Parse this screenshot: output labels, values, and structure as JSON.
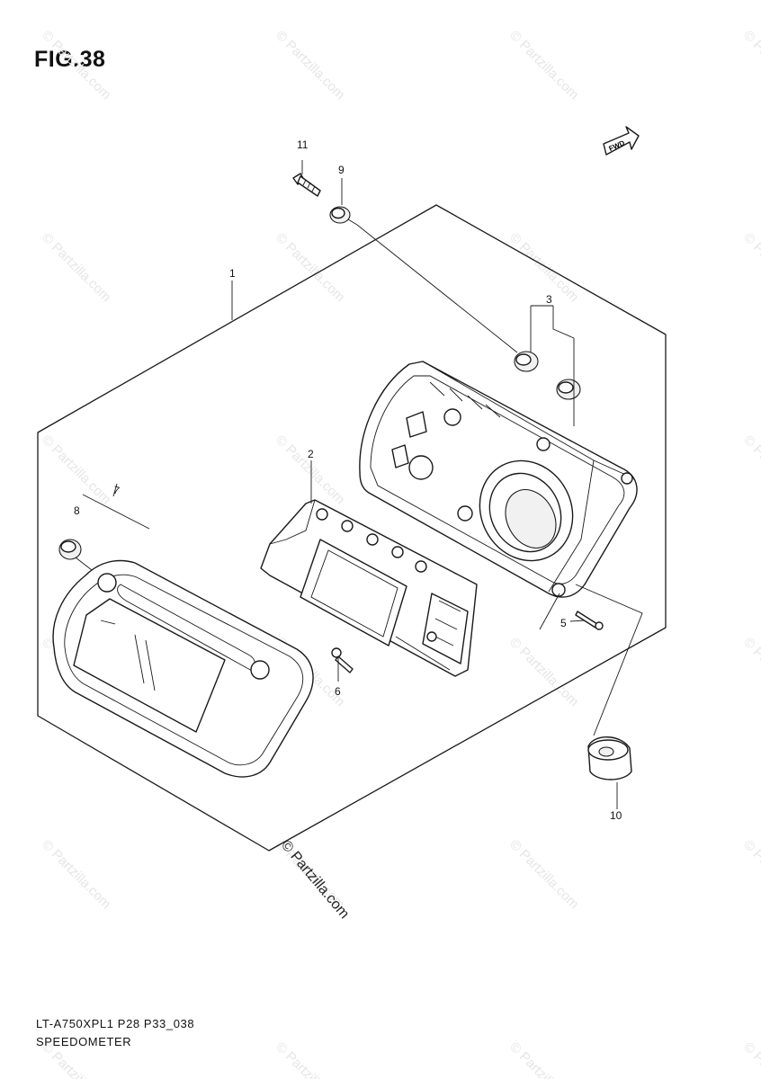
{
  "figure": {
    "title": "FIG.38",
    "code": "LT-A750XPL1 P28 P33_038",
    "name": "SPEEDOMETER",
    "front_arrow_label": "FWD"
  },
  "watermark": {
    "repeat_text": "© Partzilla.com",
    "main_text": "© Partzilla.com"
  },
  "callouts": [
    {
      "id": "c1",
      "label": "1",
      "part": "speedometer assembly"
    },
    {
      "id": "c2",
      "label": "2",
      "part": "circuit board"
    },
    {
      "id": "c3",
      "label": "3",
      "part": "grommets"
    },
    {
      "id": "c5",
      "label": "5",
      "part": "screw"
    },
    {
      "id": "c6",
      "label": "6",
      "part": "screw"
    },
    {
      "id": "c7",
      "label": "7",
      "part": "front cover"
    },
    {
      "id": "c8",
      "label": "8",
      "part": "cushion"
    },
    {
      "id": "c9",
      "label": "9",
      "part": "grommet"
    },
    {
      "id": "c10",
      "label": "10",
      "part": "damper"
    },
    {
      "id": "c11",
      "label": "11",
      "part": "bolt"
    }
  ],
  "colors": {
    "line": "#1a1a1a",
    "watermark": "#e6e6e6",
    "background": "#ffffff"
  }
}
